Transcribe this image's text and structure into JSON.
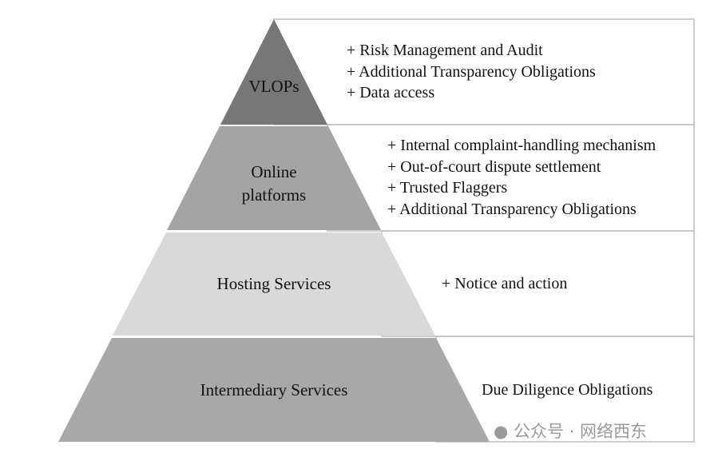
{
  "tiers": [
    {
      "label": "VLOPs",
      "fill": "#777777",
      "obligations": [
        "+ Risk Management and Audit",
        "+ Additional Transparency Obligations",
        "+ Data access"
      ]
    },
    {
      "label": "Online platforms",
      "fill": "#a4a4a4",
      "obligations": [
        "+ Internal complaint-handling mechanism",
        "+ Out-of-court dispute settlement",
        "+ Trusted Flaggers",
        "+ Additional Transparency Obligations"
      ]
    },
    {
      "label": "Hosting Services",
      "fill": "#d9d9d9",
      "obligations": [
        "+ Notice and action"
      ]
    },
    {
      "label": "Intermediary Services",
      "fill": "#a8a8a8",
      "obligations": [
        "Due Diligence Obligations"
      ]
    }
  ],
  "watermark": "公众号 · 网络西东"
}
